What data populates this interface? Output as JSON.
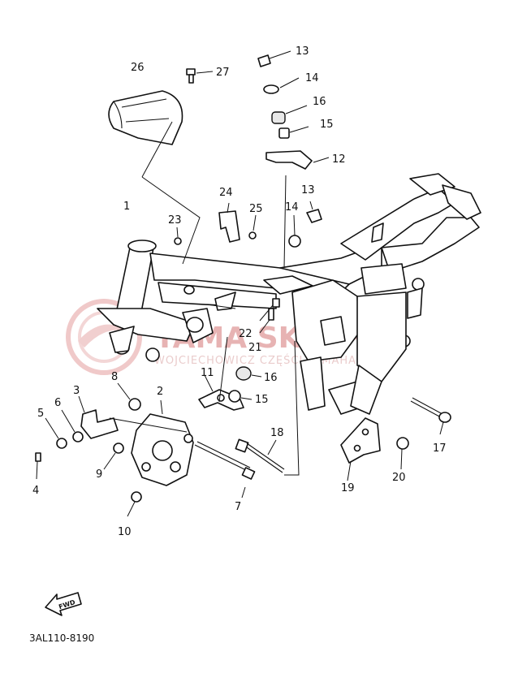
{
  "diagram_code": "3AL110-8190",
  "fwd_label": "FWD",
  "watermark": {
    "main": "YAMA  SKLEP.PL",
    "sub": "WOJCIECHOWICZ  CZĘŚCI  YAMAHA"
  },
  "callouts": [
    "1",
    "2",
    "3",
    "4",
    "5",
    "6",
    "7",
    "8",
    "9",
    "10",
    "11",
    "12",
    "13",
    "14",
    "15",
    "16",
    "17",
    "18",
    "19",
    "20",
    "21",
    "22",
    "23",
    "24",
    "25",
    "26",
    "27",
    "13",
    "14",
    "15",
    "16"
  ]
}
